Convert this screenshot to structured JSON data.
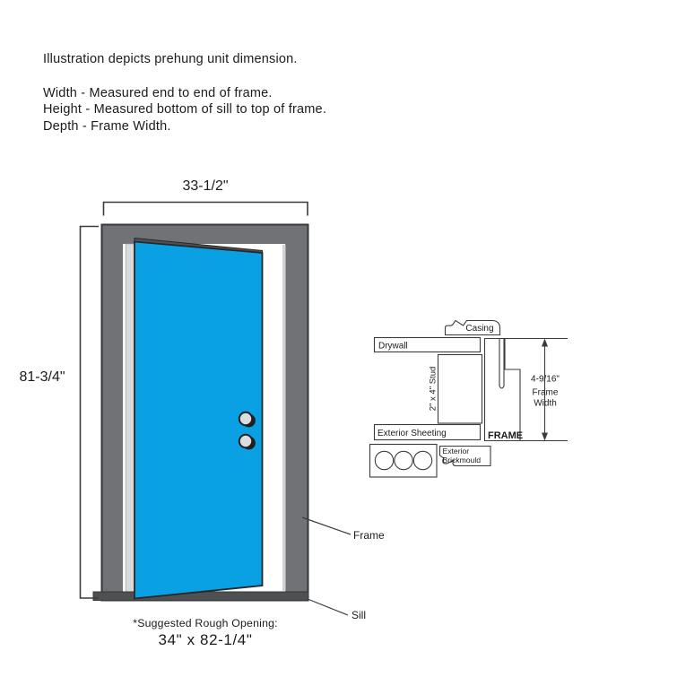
{
  "intro": "Illustration depicts prehung unit dimension.",
  "definitions": [
    "Width - Measured end to end of frame.",
    "Height - Measured bottom of sill to top of frame.",
    "Depth - Frame Width."
  ],
  "door": {
    "width_dim": "33-1/2\"",
    "height_dim": "81-3/4\"",
    "frame_label": "Frame",
    "sill_label": "Sill"
  },
  "cross_section": {
    "casing": "Casing",
    "drywall": "Drywall",
    "stud": "2\" x 4\" Stud",
    "sheeting": "Exterior Sheeting",
    "frame": "FRAME",
    "brickmould_line1": "Exterior",
    "brickmould_line2": "Brickmould",
    "frame_width_dim": "4-9/16\"",
    "frame_width_line1": "Frame",
    "frame_width_line2": "Width"
  },
  "rough_opening": {
    "label": "*Suggested Rough Opening:",
    "value": "34\" x 82-1/4\""
  },
  "colors": {
    "door_blue": "#09A0E4",
    "frame_gray": "#707275",
    "sill_gray": "#4E5052",
    "hinge_gray": "#D9DADB",
    "outline_dark": "#36383A",
    "line_color": "#3C3C3C",
    "text_color": "#1B1B1B",
    "knob_gray": "#DCDDDE",
    "knob_shadow": "#1D1E1F"
  }
}
